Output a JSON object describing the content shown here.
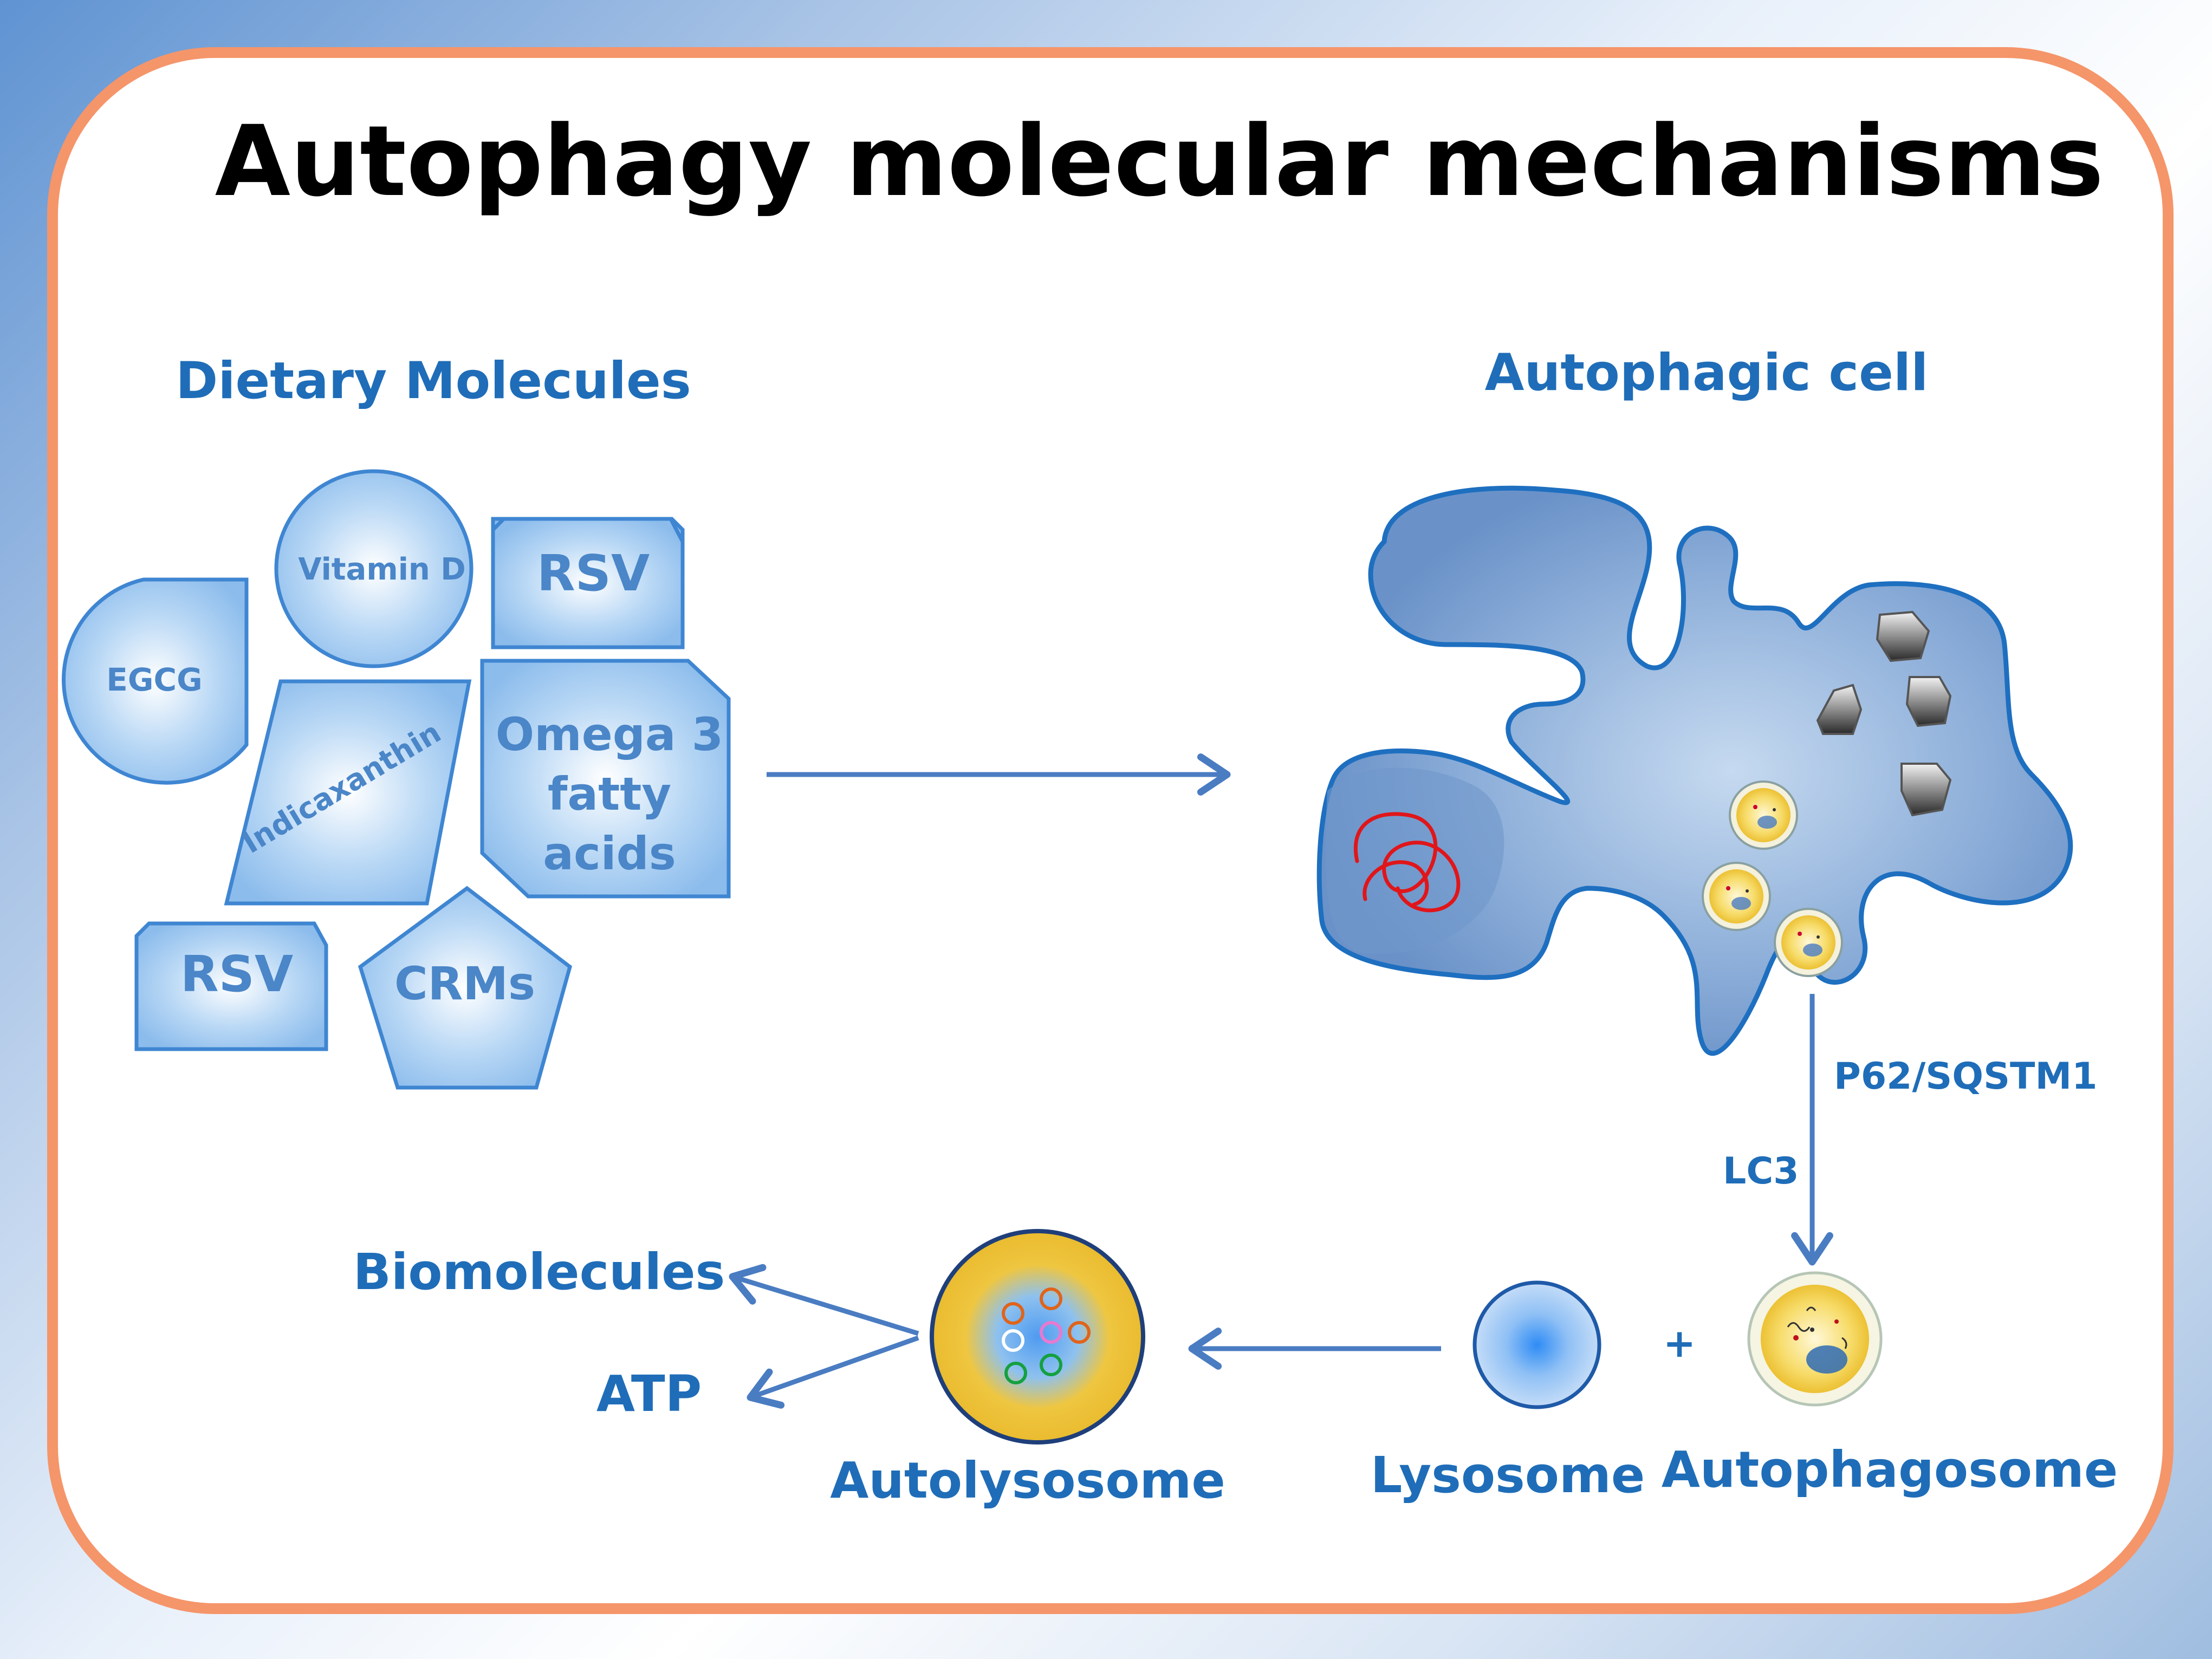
{
  "title": "Autophagy molecular mechanisms",
  "sections": {
    "dietary_heading": "Dietary Molecules",
    "cell_heading": "Autophagic cell"
  },
  "molecules": {
    "egcg": "EGCG",
    "vitamin_d": "Vitamin D",
    "rsv_top": "RSV",
    "indicaxanthin": "Indicaxanthin",
    "omega3_line1": "Omega 3",
    "omega3_line2": "fatty",
    "omega3_line3": "acids",
    "rsv_bottom": "RSV",
    "crms": "CRMs"
  },
  "pathway": {
    "p62_label": "P62/SQSTM1",
    "lc3_label": "LC3",
    "plus_sign": "+",
    "lysosome": "Lysosome",
    "autophagosome": "Autophagosome",
    "autolysosome": "Autolysosome",
    "biomolecules": "Biomolecules",
    "atp": "ATP"
  },
  "colors": {
    "label_blue": "#1f6db8",
    "frame_orange": "#f5956a",
    "cell_fill": "#6f98cc",
    "cell_stroke": "#1e6fc0",
    "molecule_fill": "#a9cdf2",
    "molecule_stroke": "#3f86d2",
    "molecule_text": "#4a86c8",
    "arrow_blue": "#4a7cc2",
    "organelle_yellow": "#f1c232",
    "dna_red": "#e0161a"
  }
}
